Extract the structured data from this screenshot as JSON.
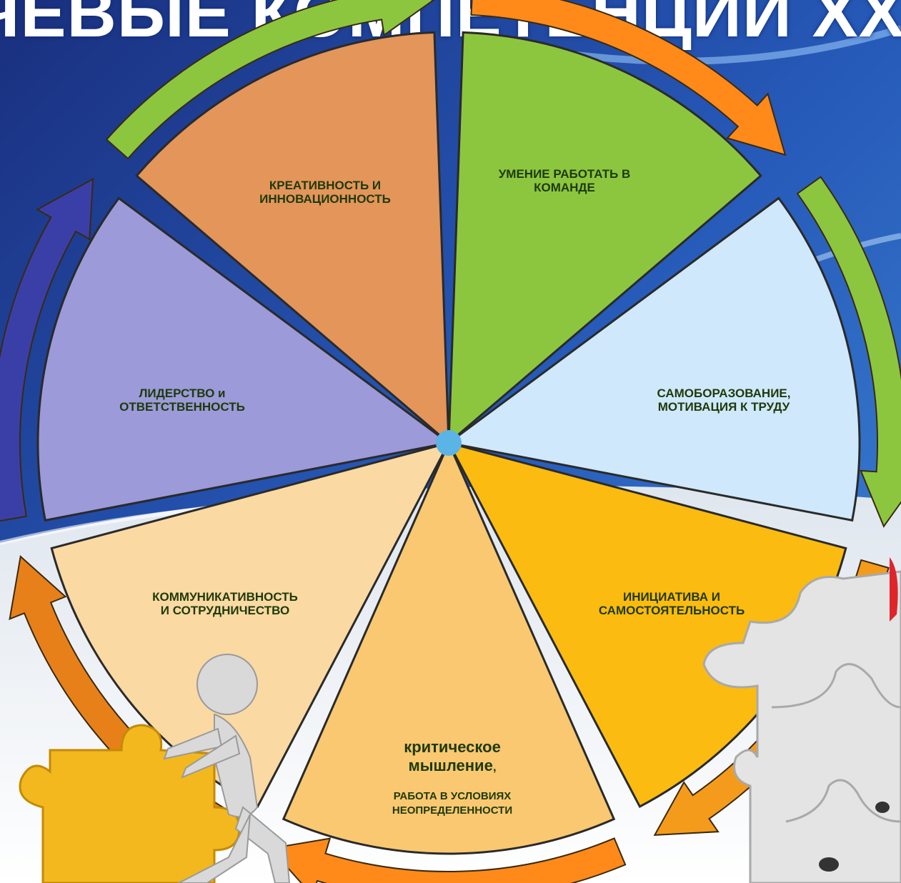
{
  "title": "ЧЕВЫЕ КОМПЕТЕНЦИИ XXI ВЕ",
  "segments": [
    {
      "id": "teamwork",
      "label": "УМЕНИЕ РАБОТАТЬ В\nКОМАНДЕ",
      "color": "#8cc63f"
    },
    {
      "id": "selfedu",
      "label": "САМОБОРАЗОВАНИЕ,\nМОТИВАЦИЯ К ТРУДУ",
      "color": "#cfe8fb"
    },
    {
      "id": "initiative",
      "label": "ИНИЦИАТИВА И\nСАМОСТОЯТЕЛЬНОСТЬ",
      "color": "#fbbb10"
    },
    {
      "id": "critical",
      "label_big": "критическое\nмышление",
      "label_comma": ",",
      "label_small": "РАБОТА В УСЛОВИЯХ\nНЕОПРЕДЕЛЕННОСТИ",
      "color": "#f9c870"
    },
    {
      "id": "communication",
      "label": "КОММУНИКАТИВНОСТЬ\nИ СОТРУДНИЧЕСТВО",
      "color": "#fbd9a2"
    },
    {
      "id": "leadership",
      "label": "ЛИДЕРСТВО и\nОТВЕТСТВЕННОСТЬ",
      "color": "#9c9ad9"
    },
    {
      "id": "creativity",
      "label": "КРЕАТИВНОСТЬ И\nИННОВАЦИОННОСТЬ",
      "color": "#e3955a"
    }
  ],
  "arrow_colors": [
    "#ff8a1a",
    "#8cc63f",
    "#f59b1b",
    "#ff8a1a",
    "#e8801a",
    "#3a3fa8",
    "#8cc63f"
  ],
  "icons": [
    "puzzle-piece-yellow-icon",
    "stick-figure-pushing-icon",
    "puzzle-stack-grey-icon"
  ]
}
